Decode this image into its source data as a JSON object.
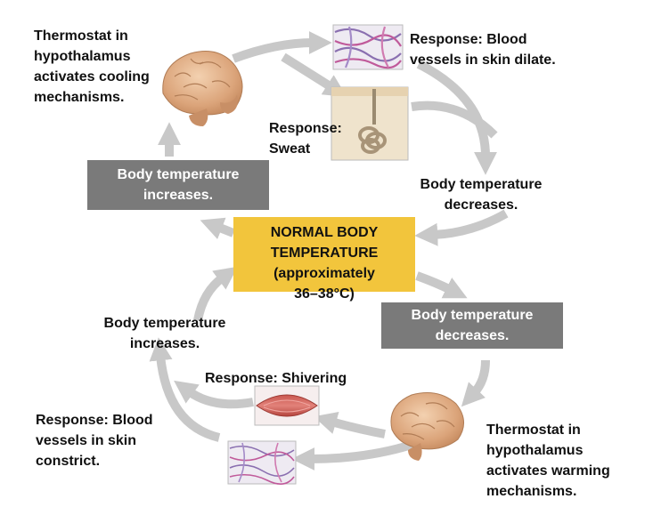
{
  "labels": {
    "thermostat_cooling": "Thermostat in\nhypothalamus\nactivates cooling\nmechanisms.",
    "response_dilate": "Response: Blood\nvessels in skin dilate.",
    "response_sweat": "Response:\nSweat",
    "temp_decreases_top": "Body temperature\ndecreases.",
    "box_increases_top": "Body temperature\nincreases.",
    "normal_temp": "NORMAL BODY\nTEMPERATURE\n(approximately\n36–38°C)",
    "box_decreases_bottom": "Body temperature\ndecreases.",
    "temp_increases_bottom": "Body temperature\nincreases.",
    "response_shivering": "Response: Shivering",
    "response_constrict": "Response: Blood\nvessels in skin\nconstrict.",
    "thermostat_warming": "Thermostat in\nhypothalamus\nactivates warming\nmechanisms."
  },
  "icons": {
    "brain_top": "brain-icon",
    "brain_bottom": "brain-icon",
    "vessels_dilated": "blood-vessels-icon",
    "sweat_gland": "sweat-gland-icon",
    "muscle": "muscle-icon",
    "vessels_constricted": "blood-vessels-icon"
  },
  "colors": {
    "arrow": "#c8c8c8",
    "gray_box": "#7a7a7a",
    "normal_box": "#f2c53c",
    "brain": "#e2b58c"
  }
}
